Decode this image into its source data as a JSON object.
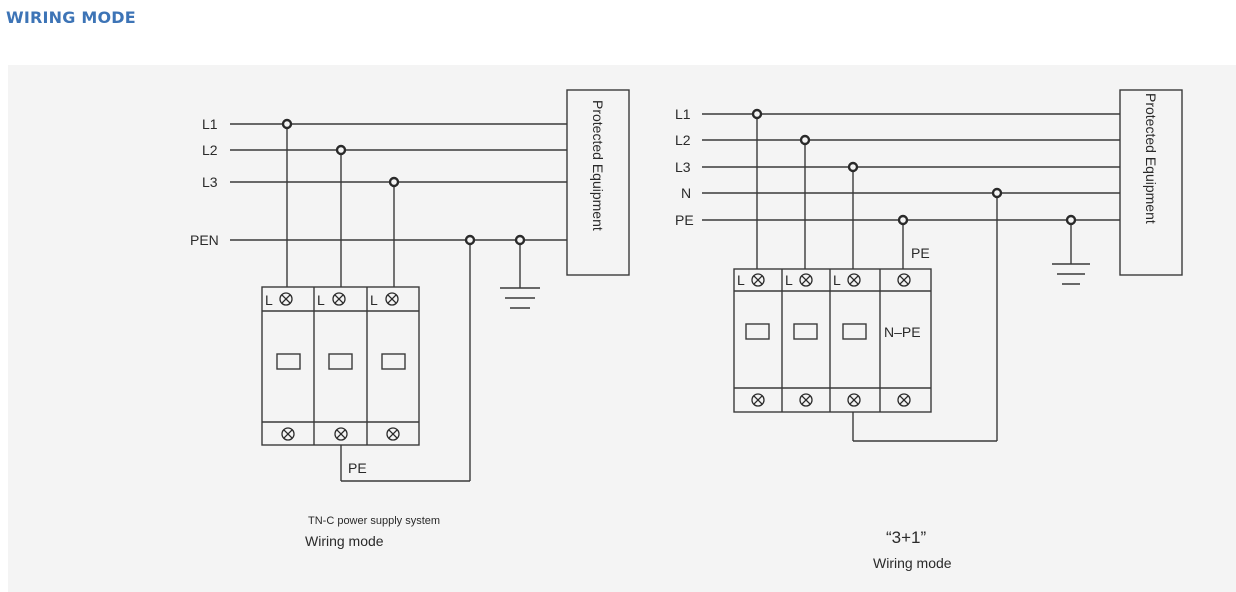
{
  "title": "WIRING MODE",
  "colors": {
    "title": "#3d74b6",
    "panel": "#f4f4f4",
    "ink": "#2a2a2a"
  },
  "diagram1": {
    "lines": [
      "L1",
      "L2",
      "L3",
      "PEN"
    ],
    "equipment": "Protected Equipment",
    "terminal_label": "L",
    "pe_label": "PE",
    "caption_small": "TN-C power supply system",
    "caption": "Wiring mode"
  },
  "diagram2": {
    "lines": [
      "L1",
      "L2",
      "L3",
      "N",
      "PE"
    ],
    "equipment": "Protected Equipment",
    "terminal_label": "L",
    "pe_label": "PE",
    "npe_label": "N–PE",
    "caption_big": "“3+1”",
    "caption": "Wiring mode"
  }
}
